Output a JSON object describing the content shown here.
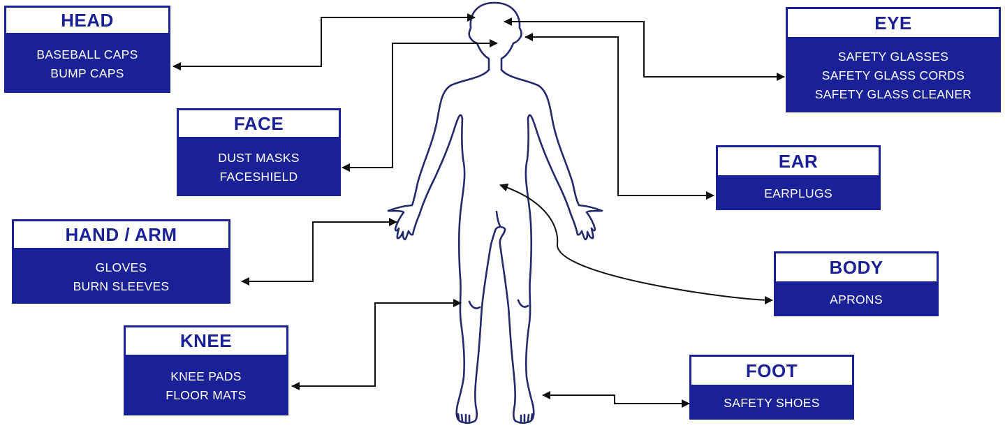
{
  "colors": {
    "panel_blue": "#1a2196",
    "figure_stroke": "#232a6b",
    "arrow": "#111111"
  },
  "panels": {
    "head": {
      "title": "HEAD",
      "items": [
        "BASEBALL CAPS",
        "BUMP CAPS"
      ]
    },
    "face": {
      "title": "FACE",
      "items": [
        "DUST MASKS",
        "FACESHIELD"
      ]
    },
    "hand": {
      "title": "HAND / ARM",
      "items": [
        "GLOVES",
        "BURN SLEEVES"
      ]
    },
    "knee": {
      "title": "KNEE",
      "items": [
        "KNEE PADS",
        "FLOOR MATS"
      ]
    },
    "eye": {
      "title": "EYE",
      "items": [
        "SAFETY GLASSES",
        "SAFETY GLASS CORDS",
        "SAFETY GLASS CLEANER"
      ]
    },
    "ear": {
      "title": "EAR",
      "items": [
        "EARPLUGS"
      ]
    },
    "body": {
      "title": "BODY",
      "items": [
        "APRONS"
      ]
    },
    "foot": {
      "title": "FOOT",
      "items": [
        "SAFETY SHOES"
      ]
    }
  }
}
